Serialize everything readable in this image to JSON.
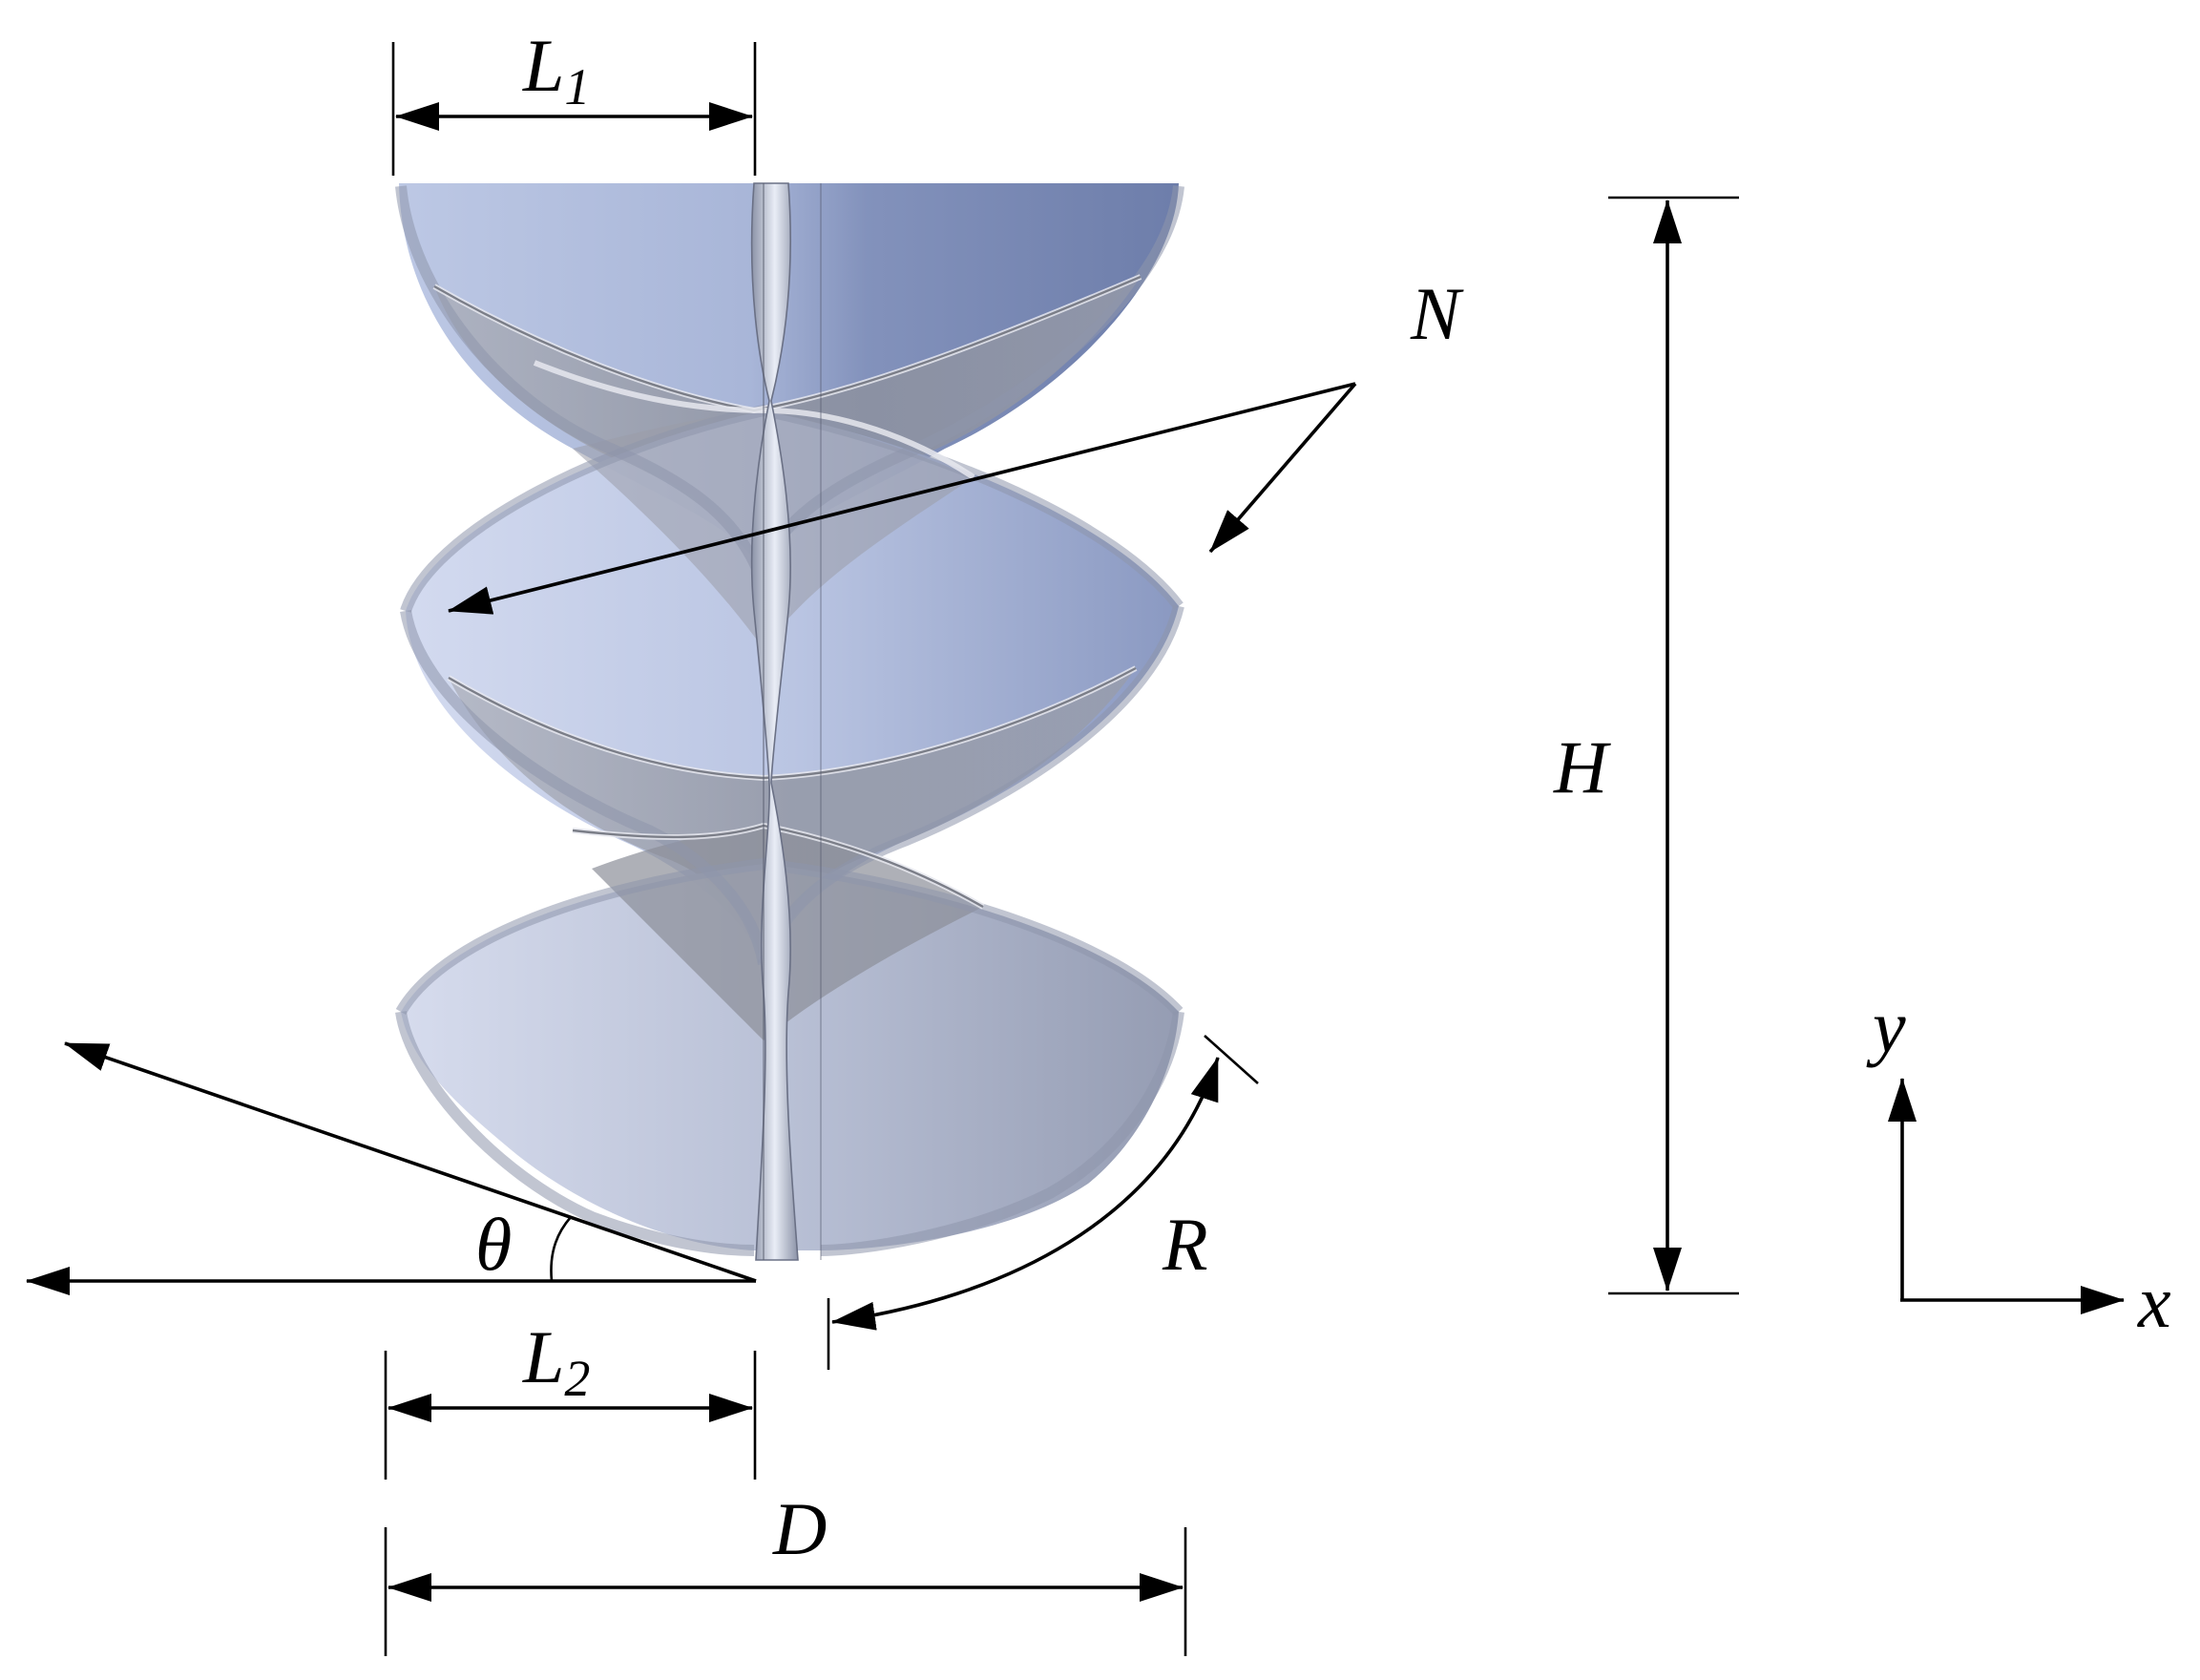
{
  "labels": {
    "L1_main": "L",
    "L1_sub": "1",
    "L2_main": "L",
    "L2_sub": "2",
    "N": "N",
    "H": "H",
    "R": "R",
    "D": "D",
    "theta": "θ",
    "y_axis": "y",
    "x_axis": "x"
  },
  "colors": {
    "blade_light": "#c3cde6",
    "blade_mid": "#8f9cc1",
    "blade_dark": "#5f6e98",
    "inner_gray": "#8d8f98",
    "shaft": "#b8c0d4",
    "annotation": "#000000"
  }
}
